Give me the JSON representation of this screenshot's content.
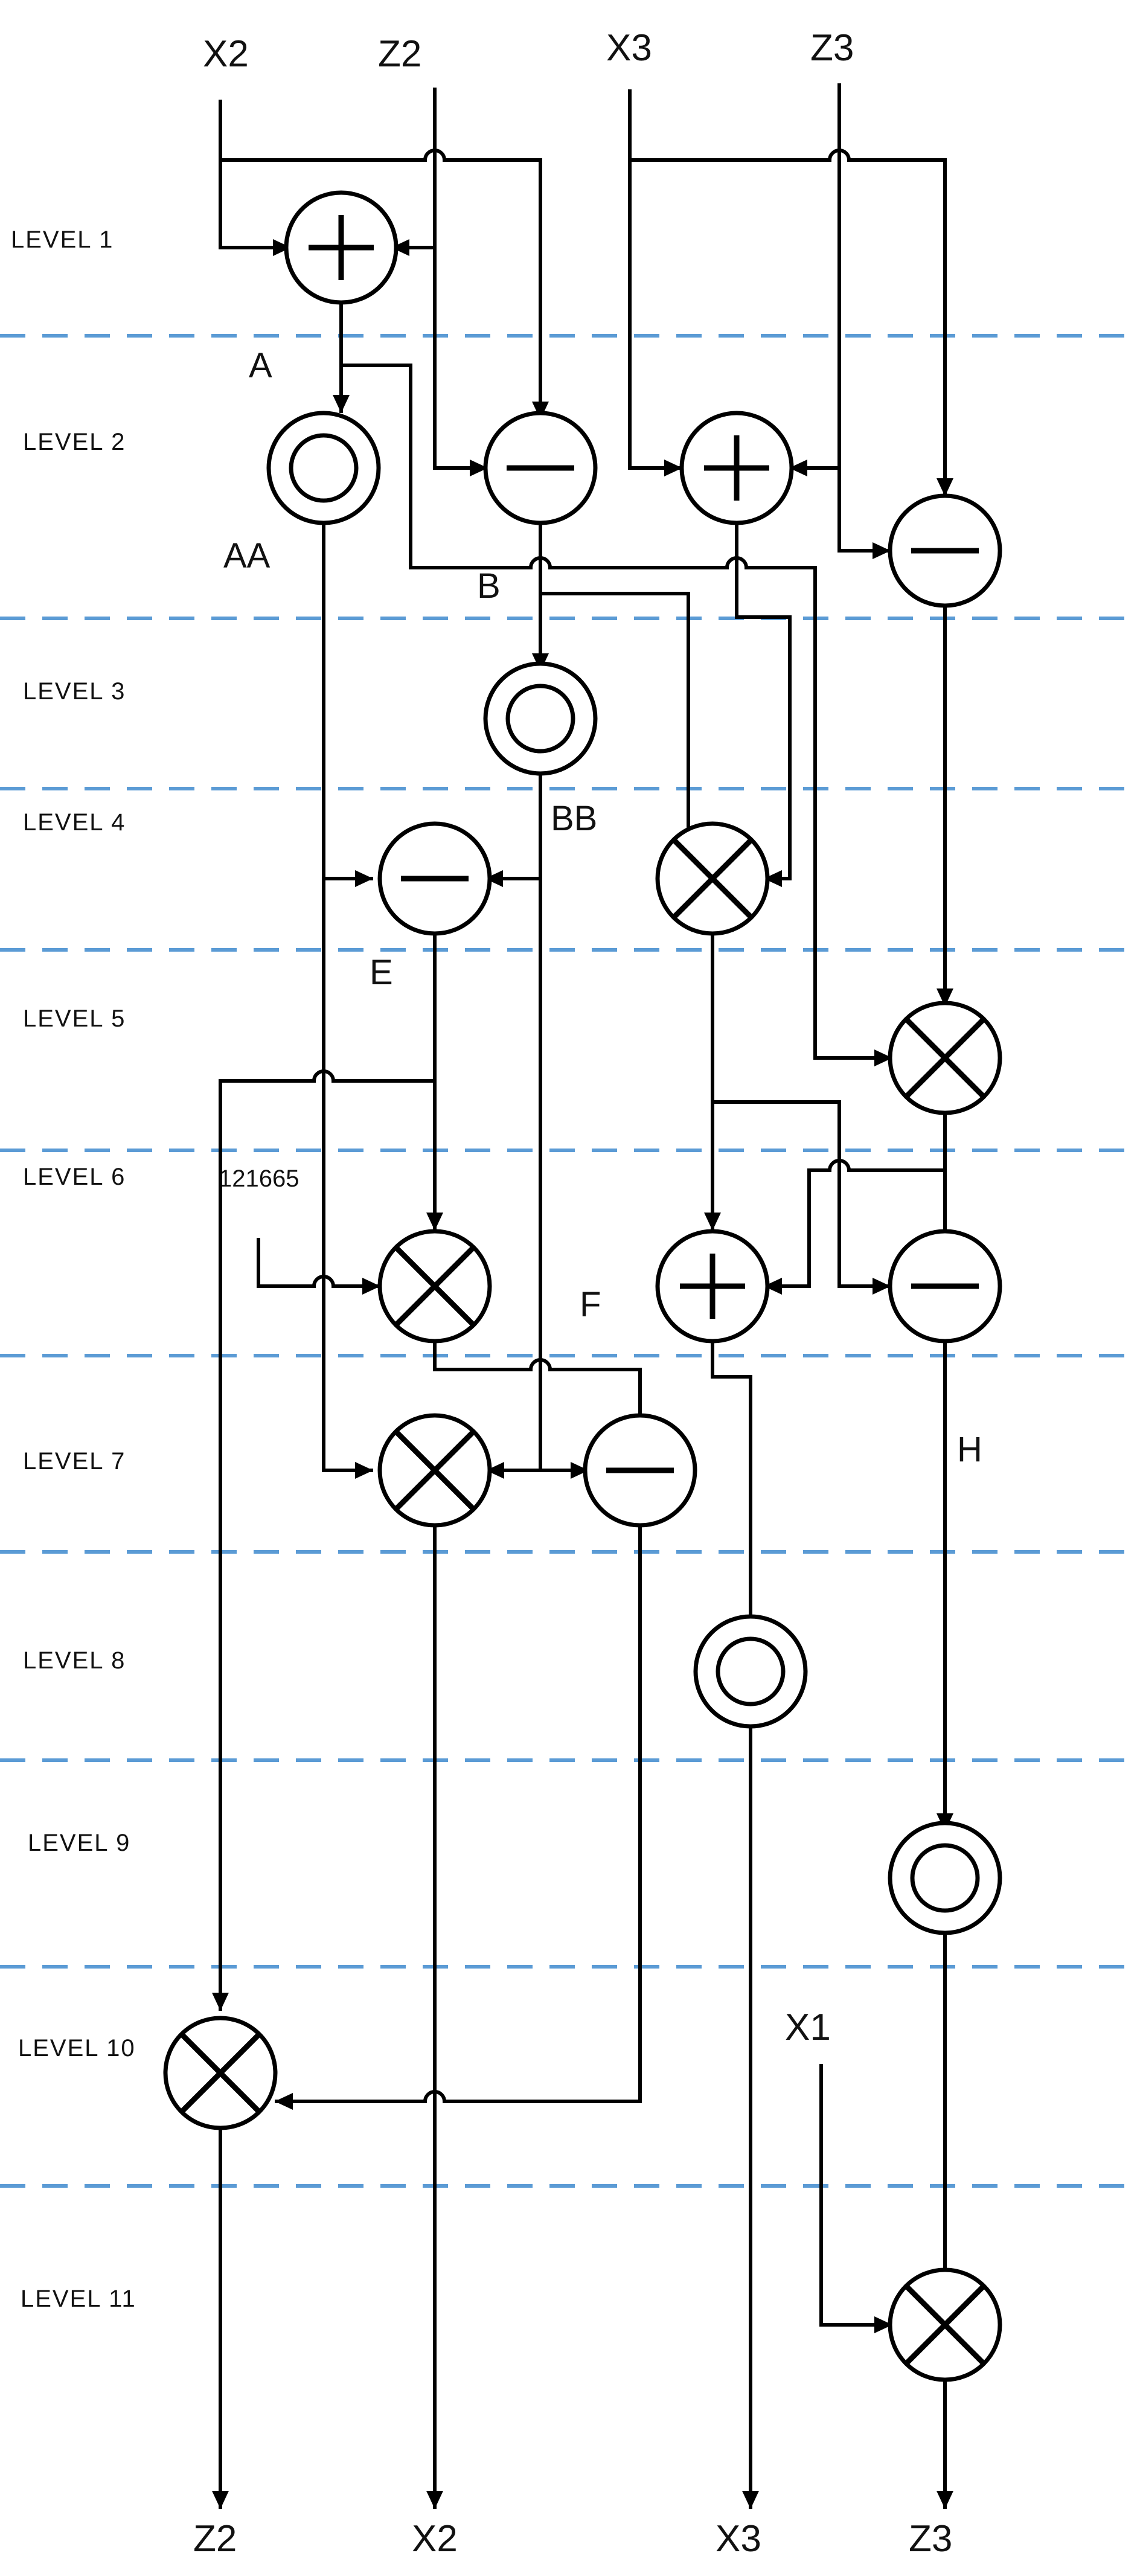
{
  "colors": {
    "line": "#000000",
    "separator": "#5B9BD5",
    "background": "#ffffff"
  },
  "levels": [
    "LEVEL 1",
    "LEVEL 2",
    "LEVEL 3",
    "LEVEL 4",
    "LEVEL 5",
    "LEVEL 6",
    "LEVEL 7",
    "LEVEL 8",
    "LEVEL 9",
    "LEVEL 10",
    "LEVEL 11"
  ],
  "inputs": {
    "x2": "X2",
    "z2": "Z2",
    "x3": "X3",
    "z3": "Z3",
    "x1": "X1",
    "constant": "121665"
  },
  "outputs": {
    "z2": "Z2",
    "x2": "X2",
    "x3": "X3",
    "z3": "Z3"
  },
  "node_labels": {
    "a": "A",
    "aa": "AA",
    "b": "B",
    "bb": "BB",
    "e": "E",
    "f": "F",
    "h": "H"
  },
  "operators": {
    "add": "add-operator",
    "subtract": "subtract-operator",
    "multiply": "multiply-operator",
    "square": "square-operator"
  }
}
